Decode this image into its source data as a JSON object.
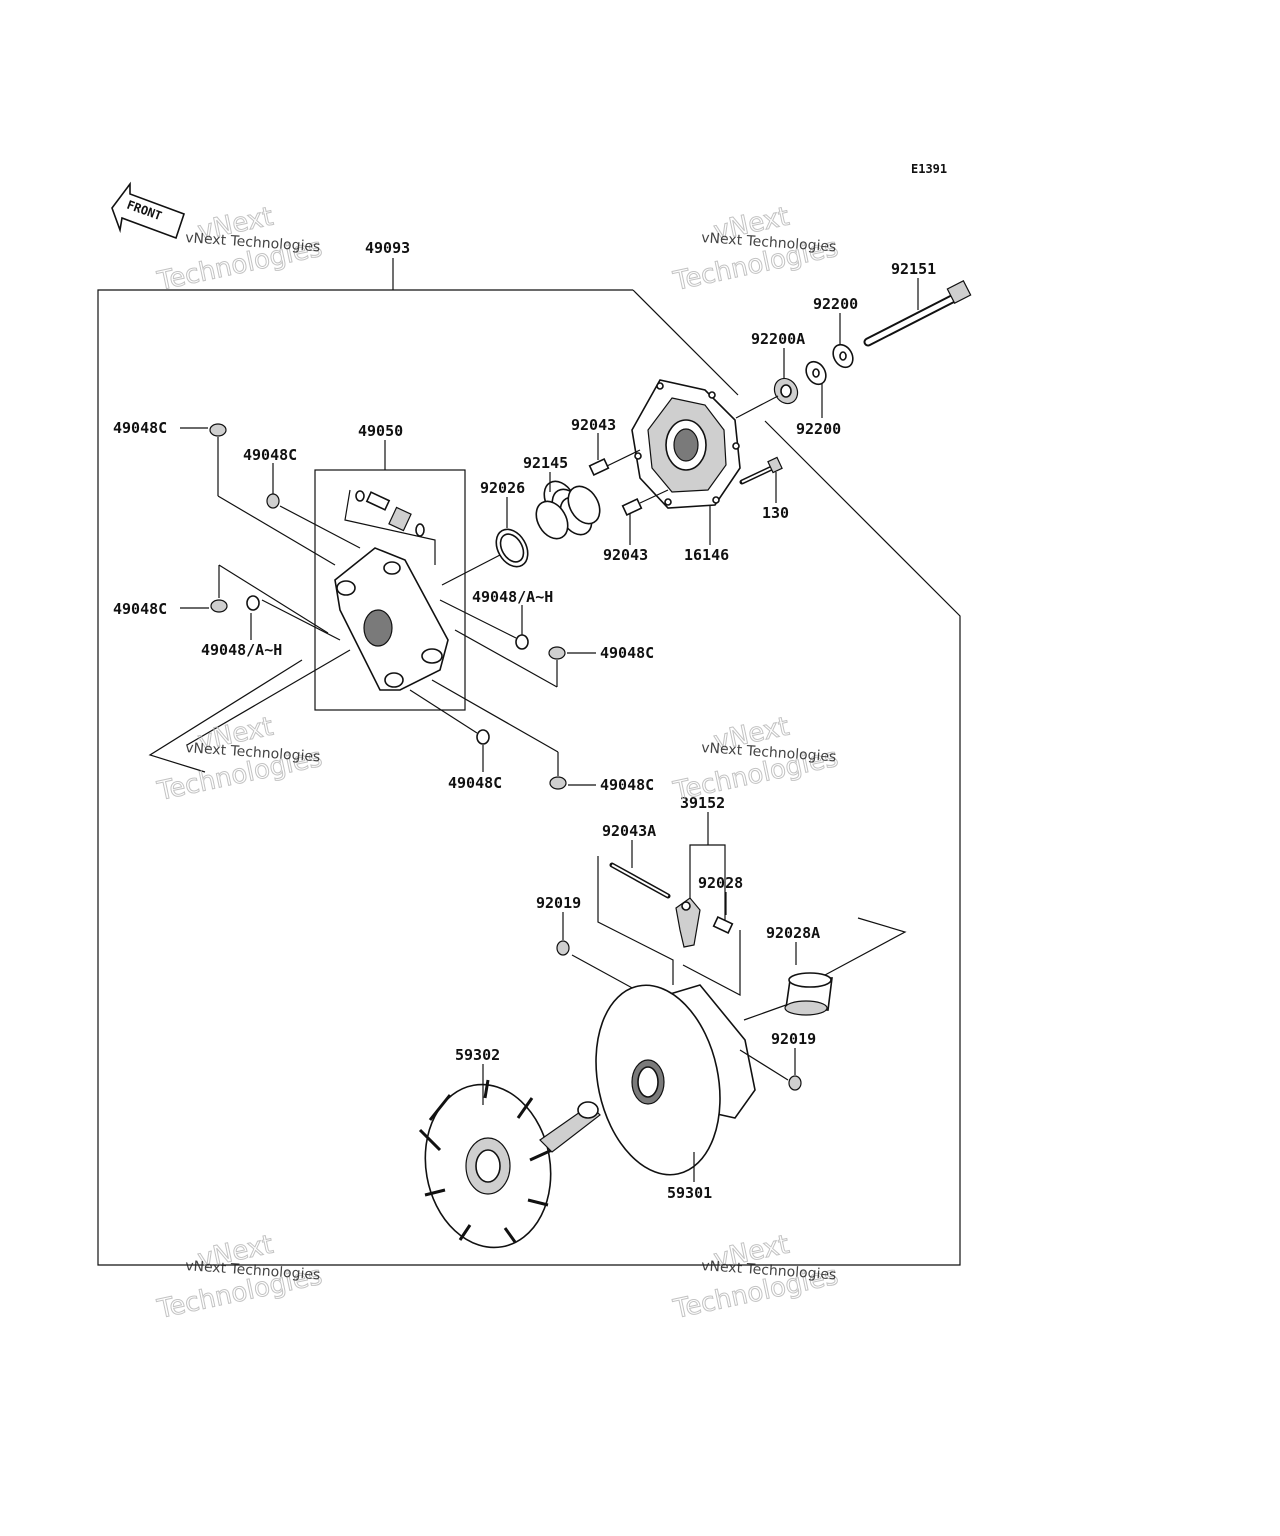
{
  "diagram_code": "E1391",
  "front_label": "FRONT",
  "watermark": {
    "small": "vNext Technologies",
    "big_top": "vNext",
    "big_bottom": "Technologies"
  },
  "parts": {
    "p49093": "49093",
    "p92151": "92151",
    "p92200_top": "92200",
    "p92200A": "92200A",
    "p92200_bottom": "92200",
    "p92043_top": "92043",
    "p92145": "92145",
    "p92026": "92026",
    "p92043_bottom": "92043",
    "p16146": "16146",
    "p130": "130",
    "p49048C_a": "49048C",
    "p49050": "49050",
    "p49048C_b": "49048C",
    "p49048C_c": "49048C",
    "p49048AH_left": "49048/A~H",
    "p49048AH_right": "49048/A~H",
    "p49048C_d": "49048C",
    "p49048C_e": "49048C",
    "p49048C_f": "49048C",
    "p39152": "39152",
    "p92043A": "92043A",
    "p92028": "92028",
    "p92019_left": "92019",
    "p92028A": "92028A",
    "p92019_right": "92019",
    "p59302": "59302",
    "p59301": "59301"
  }
}
